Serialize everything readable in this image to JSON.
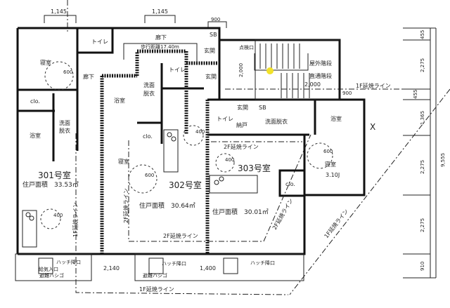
{
  "dimensions_top": [
    "1,145",
    "1,145",
    "900"
  ],
  "dimensions_right": [
    "455",
    "2,275",
    "455",
    "1,365",
    "2,275",
    "2,275",
    "910",
    "9,555"
  ],
  "dimensions_bottom": [
    "2,140",
    "1,400"
  ],
  "stair": {
    "label1": "屋外階段",
    "label2": "直通階段",
    "width": "2,000",
    "depth": "2,000",
    "inspection": "点検口",
    "side": "900"
  },
  "corridor": {
    "label": "廊下",
    "walk_distance": "歩行距離17.40m"
  },
  "units": [
    {
      "number": "301号室",
      "area": "住戸面積　33.53㎡"
    },
    {
      "number": "302号室",
      "area": "住戸面積　30.64㎡"
    },
    {
      "number": "303号室",
      "area": "住戸面積　30.01㎡"
    }
  ],
  "rooms": {
    "bedroom": "寝室",
    "toilet": "トイレ",
    "bath": "浴室",
    "closet": "clo.",
    "washroom": "洗面脱衣",
    "wash1": "洗面",
    "wash2": "脱衣",
    "entrance": "玄関",
    "hall": "廊下",
    "sb": "SB",
    "storage": "納戸",
    "tatami": "3.10J"
  },
  "fixtures": {
    "r600": "600",
    "r400": "400"
  },
  "fire_lines": {
    "f1": "1F延焼ライン",
    "f2": "2F延焼ライン"
  },
  "balcony": {
    "hatch": "ハッチ降口",
    "inlet": "給気入口",
    "ladder": "避難ハシゴ"
  },
  "marker": "X",
  "highlight_color": "#f2e22a"
}
